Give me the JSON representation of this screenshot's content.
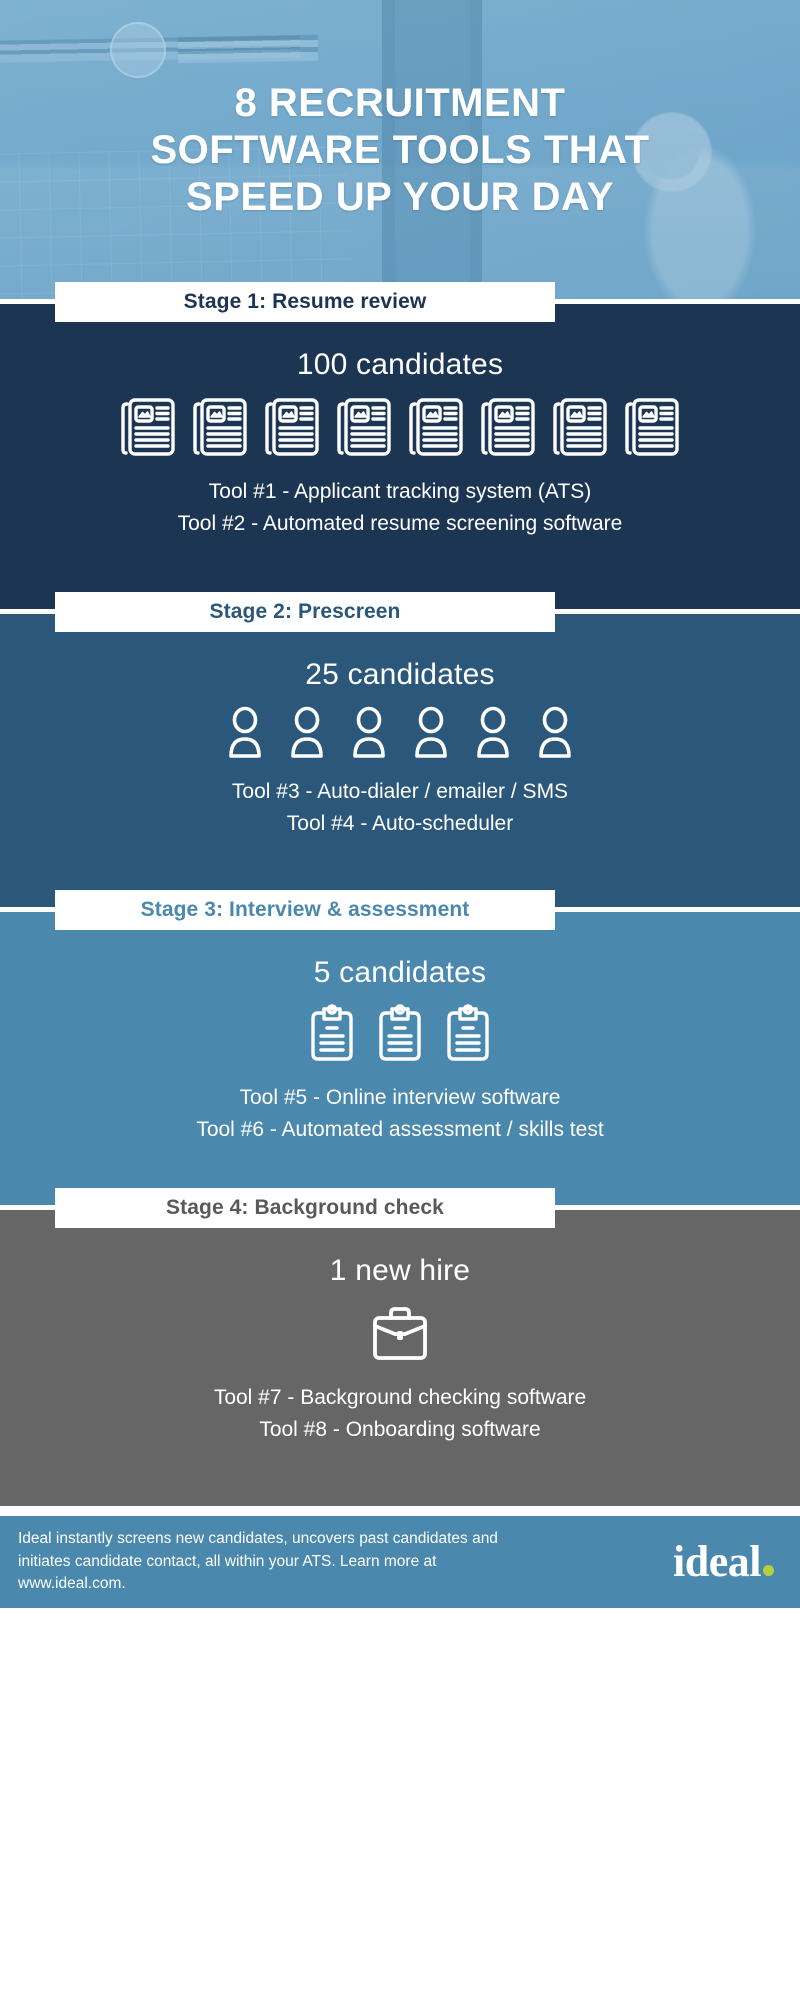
{
  "hero": {
    "title_line1": "8 RECRUITMENT",
    "title_line2": "SOFTWARE TOOLS THAT",
    "title_line3": "SPEED UP YOUR DAY",
    "background_description": "desk-photo-watch-keyboard-notebook-coffee"
  },
  "colors": {
    "hero_overlay": "#6ea5c8",
    "stage1_bg": "#1c3553",
    "stage2_bg": "#2a577a",
    "stage3_bg": "#4a88ad",
    "stage4_bg": "#666666",
    "label_bg": "#ffffff",
    "footer_bg": "#4a88ad",
    "logo_dot": "#b5cf3f",
    "text_white": "#ffffff"
  },
  "stages": [
    {
      "label": "Stage 1: Resume review",
      "count": "100 candidates",
      "icon": "resume-document-icon",
      "icon_count": 8,
      "tools": [
        "Tool #1 - Applicant tracking system (ATS)",
        "Tool #2 - Automated resume screening software"
      ]
    },
    {
      "label": "Stage 2: Prescreen",
      "count": "25 candidates",
      "icon": "person-icon",
      "icon_count": 6,
      "tools": [
        "Tool #3 - Auto-dialer / emailer / SMS",
        "Tool #4 - Auto-scheduler"
      ]
    },
    {
      "label": "Stage 3: Interview & assessment",
      "count": "5 candidates",
      "icon": "clipboard-icon",
      "icon_count": 3,
      "tools": [
        "Tool #5 - Online interview software",
        "Tool #6 - Automated assessment / skills test"
      ]
    },
    {
      "label": "Stage 4: Background check",
      "count": "1 new hire",
      "icon": "briefcase-icon",
      "icon_count": 1,
      "tools": [
        "Tool #7 - Background checking software",
        "Tool #8 - Onboarding software"
      ]
    }
  ],
  "footer": {
    "text": "Ideal instantly screens new candidates, uncovers past candidates and initiates candidate contact, all within your ATS. Learn more at www.ideal.com.",
    "logo_text": "ideal",
    "logo_dot": "·"
  }
}
